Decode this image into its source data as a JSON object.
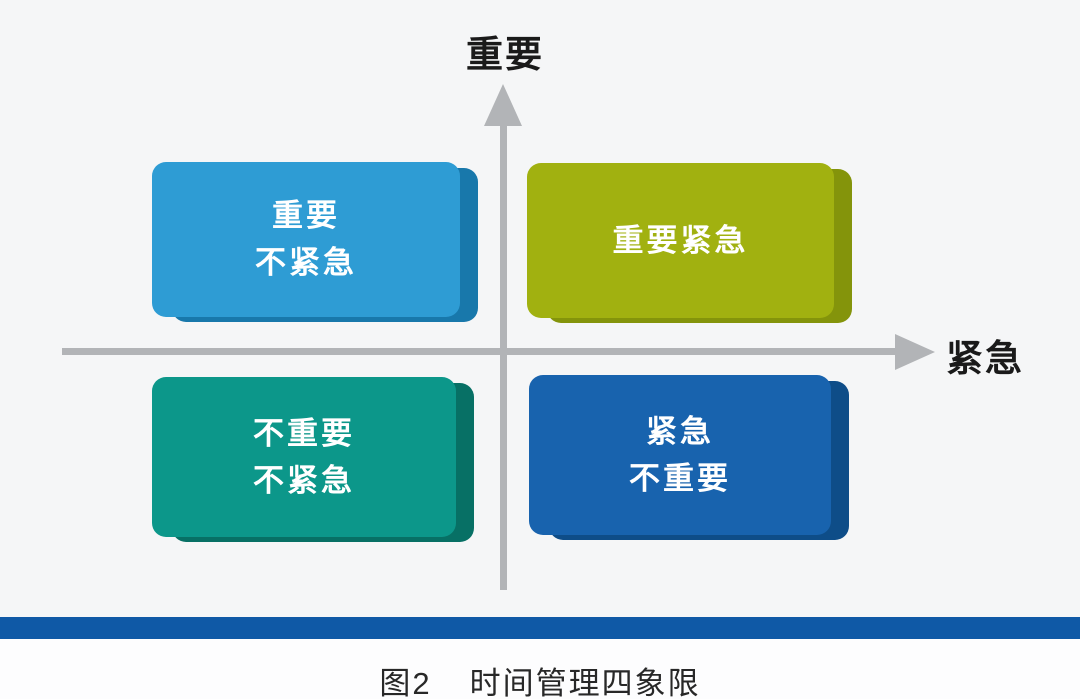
{
  "figure": {
    "caption_number": "图2",
    "caption_title": "时间管理四象限"
  },
  "axes": {
    "y_axis_label": "重要",
    "x_axis_label": "紧急",
    "line_color": "#b2b4b7"
  },
  "quadrants": {
    "top_left": {
      "name": "important-not-urgent",
      "label_lines": [
        "重要",
        "不紧急"
      ],
      "face_color": "#2e9cd4",
      "side_color": "#1878ab"
    },
    "top_right": {
      "name": "important-urgent",
      "label_lines": [
        "重要紧急"
      ],
      "face_color": "#a1b110",
      "side_color": "#84940b"
    },
    "bottom_left": {
      "name": "not-important-not-urgent",
      "label_lines": [
        "不重要",
        "不紧急"
      ],
      "face_color": "#0c978a",
      "side_color": "#077065"
    },
    "bottom_right": {
      "name": "urgent-not-important",
      "label_lines": [
        "紧急",
        "不重要"
      ],
      "face_color": "#1863ae",
      "side_color": "#0e4d88"
    }
  },
  "colors": {
    "background": "#f5f6f7",
    "bottom_bar": "#0f59a6",
    "footer_background": "#fdfdfe",
    "box_text": "#ffffff",
    "label_text": "#1a1a1a",
    "caption_text": "#282828"
  }
}
